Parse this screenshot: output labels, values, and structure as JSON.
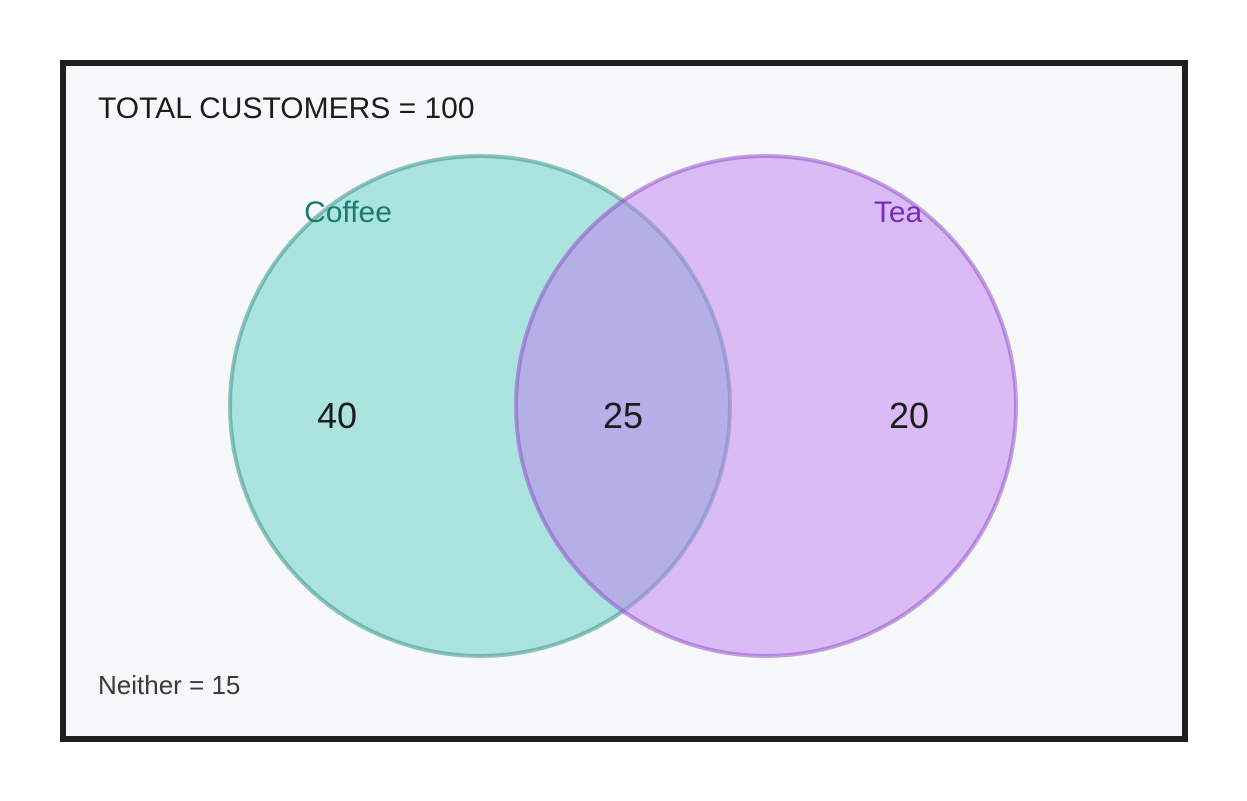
{
  "header": {
    "total_label": "TOTAL CUSTOMERS = 100"
  },
  "footer": {
    "neither_label": "Neither = 15"
  },
  "sets": {
    "a": {
      "label": "Coffee",
      "color": "#5fcec1",
      "label_color": "#1a7a70"
    },
    "b": {
      "label": "Tea",
      "color": "#be7df0",
      "label_color": "#7a2bbd"
    }
  },
  "regions": {
    "a_only": "40",
    "both": "25",
    "b_only": "20"
  }
}
